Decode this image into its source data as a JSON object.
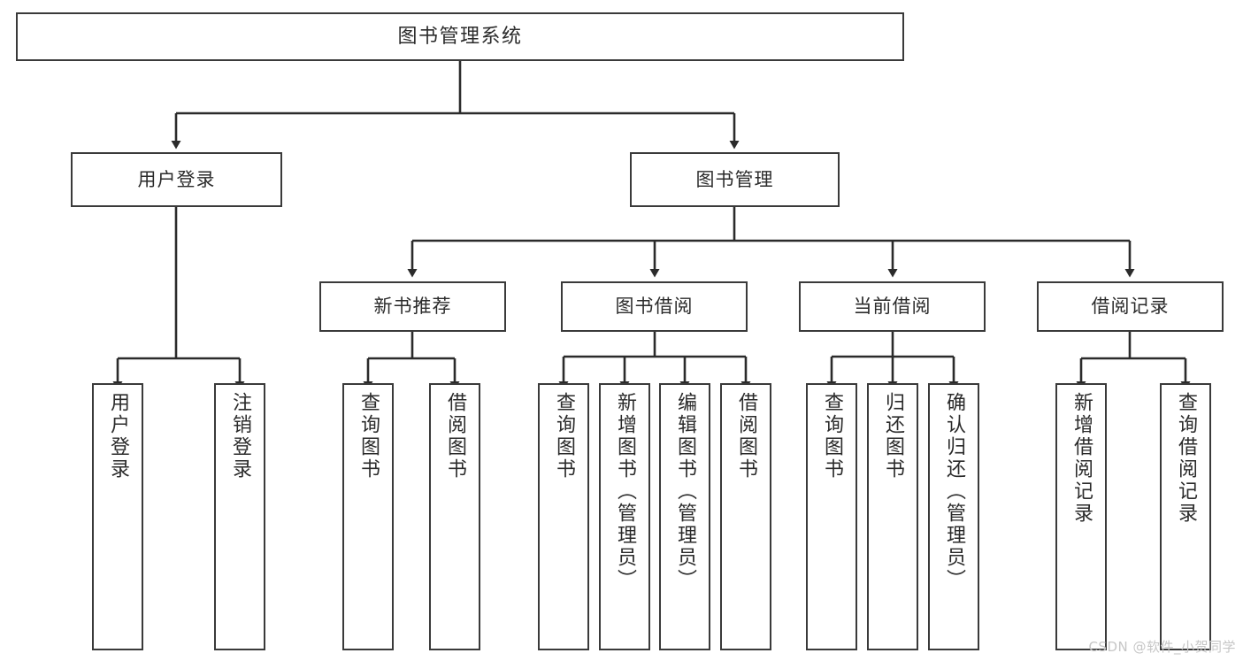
{
  "diagram": {
    "type": "tree-hierarchy-diagram",
    "title": "图书管理系统",
    "background_color": "#ffffff",
    "box_border_color": "#3a3a3a",
    "connector_color": "#2b2b2b",
    "root": {
      "id": "root",
      "label": "图书管理系统"
    },
    "level2": [
      {
        "id": "user-login",
        "label": "用户登录"
      },
      {
        "id": "book-management",
        "label": "图书管理"
      }
    ],
    "level3": [
      {
        "id": "new-book-recommend",
        "label": "新书推荐",
        "parent": "book-management"
      },
      {
        "id": "book-borrow",
        "label": "图书借阅",
        "parent": "book-management"
      },
      {
        "id": "current-borrow",
        "label": "当前借阅",
        "parent": "book-management"
      },
      {
        "id": "borrow-record",
        "label": "借阅记录",
        "parent": "book-management"
      }
    ],
    "leaves": [
      {
        "id": "leaf-user-login",
        "label": "用户登录",
        "parent": "user-login"
      },
      {
        "id": "leaf-logout-login",
        "label": "注销登录",
        "parent": "user-login"
      },
      {
        "id": "leaf-query-book-1",
        "label": "查询图书",
        "parent": "new-book-recommend"
      },
      {
        "id": "leaf-borrow-book-1",
        "label": "借阅图书",
        "parent": "new-book-recommend"
      },
      {
        "id": "leaf-query-book-2",
        "label": "查询图书",
        "parent": "book-borrow"
      },
      {
        "id": "leaf-add-book",
        "label": "新增图书（管理员）",
        "parent": "book-borrow"
      },
      {
        "id": "leaf-edit-book",
        "label": "编辑图书（管理员）",
        "parent": "book-borrow"
      },
      {
        "id": "leaf-borrow-book-2",
        "label": "借阅图书",
        "parent": "book-borrow"
      },
      {
        "id": "leaf-query-book-3",
        "label": "查询图书",
        "parent": "current-borrow"
      },
      {
        "id": "leaf-return-book",
        "label": "归还图书",
        "parent": "current-borrow"
      },
      {
        "id": "leaf-confirm-return",
        "label": "确认归还（管理员）",
        "parent": "current-borrow"
      },
      {
        "id": "leaf-add-borrow-record",
        "label": "新增借阅记录",
        "parent": "borrow-record"
      },
      {
        "id": "leaf-query-borrow-record",
        "label": "查询借阅记录",
        "parent": "borrow-record"
      }
    ]
  },
  "watermark": {
    "text": "CSDN @软件_小贺同学"
  }
}
